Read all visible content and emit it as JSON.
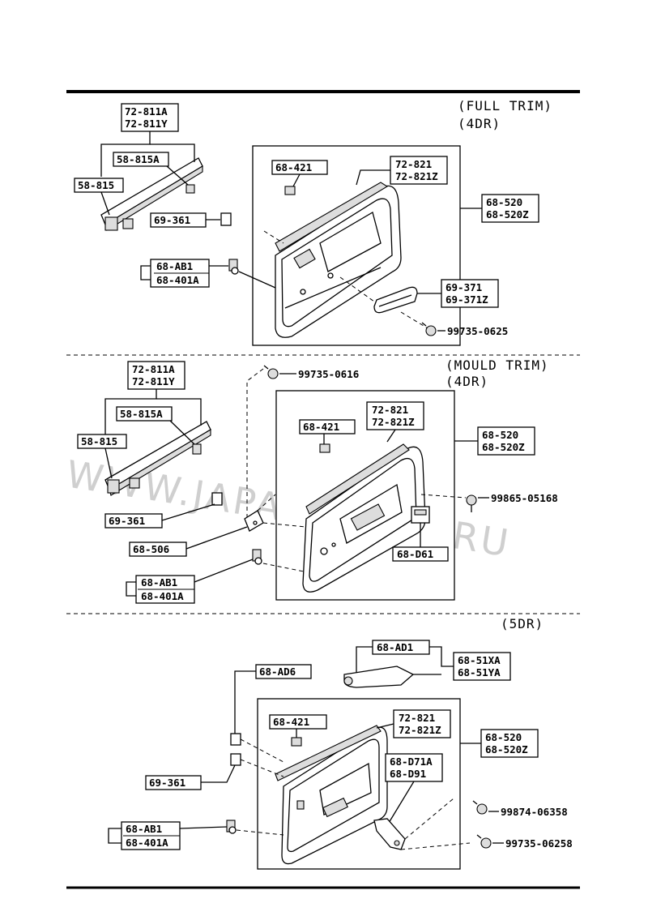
{
  "sections": [
    {
      "title_line1": "(FULL TRIM)",
      "title_line2": "(4DR)"
    },
    {
      "title_line1": "(MOULD TRIM)",
      "title_line2": "(4DR)"
    },
    {
      "title_line1": "(5DR)"
    }
  ],
  "watermark": "WWW.JAPANPARTS.RU",
  "labels": {
    "s1": {
      "p72811": [
        "72-811A",
        "72-811Y"
      ],
      "p58815A": "58-815A",
      "p58815": "58-815",
      "p69361": "69-361",
      "p68ab1": [
        "68-AB1",
        "68-401A"
      ],
      "p68421": "68-421",
      "p72821": [
        "72-821",
        "72-821Z"
      ],
      "p68520": [
        "68-520",
        "68-520Z"
      ],
      "p69371": [
        "69-371",
        "69-371Z"
      ],
      "screw": "99735-0625"
    },
    "s2": {
      "p72811": [
        "72-811A",
        "72-811Y"
      ],
      "p58815A": "58-815A",
      "p58815": "58-815",
      "screw1": "99735-0616",
      "p68421": "68-421",
      "p72821": [
        "72-821",
        "72-821Z"
      ],
      "p68520": [
        "68-520",
        "68-520Z"
      ],
      "screw2": "99865-05168",
      "p69361": "69-361",
      "p68506": "68-506",
      "p68d61": "68-D61",
      "p68ab1": [
        "68-AB1",
        "68-401A"
      ]
    },
    "s3": {
      "p68ad1": "68-AD1",
      "p6851x": [
        "68-51XA",
        "68-51YA"
      ],
      "p68ad6": "68-AD6",
      "p68421": "68-421",
      "p72821": [
        "72-821",
        "72-821Z"
      ],
      "p68520": [
        "68-520",
        "68-520Z"
      ],
      "p68d71": [
        "68-D71A",
        "68-D91"
      ],
      "p69361": "69-361",
      "screw1": "99874-06358",
      "p68ab1": [
        "68-AB1",
        "68-401A"
      ],
      "screw2": "99735-06258"
    }
  }
}
